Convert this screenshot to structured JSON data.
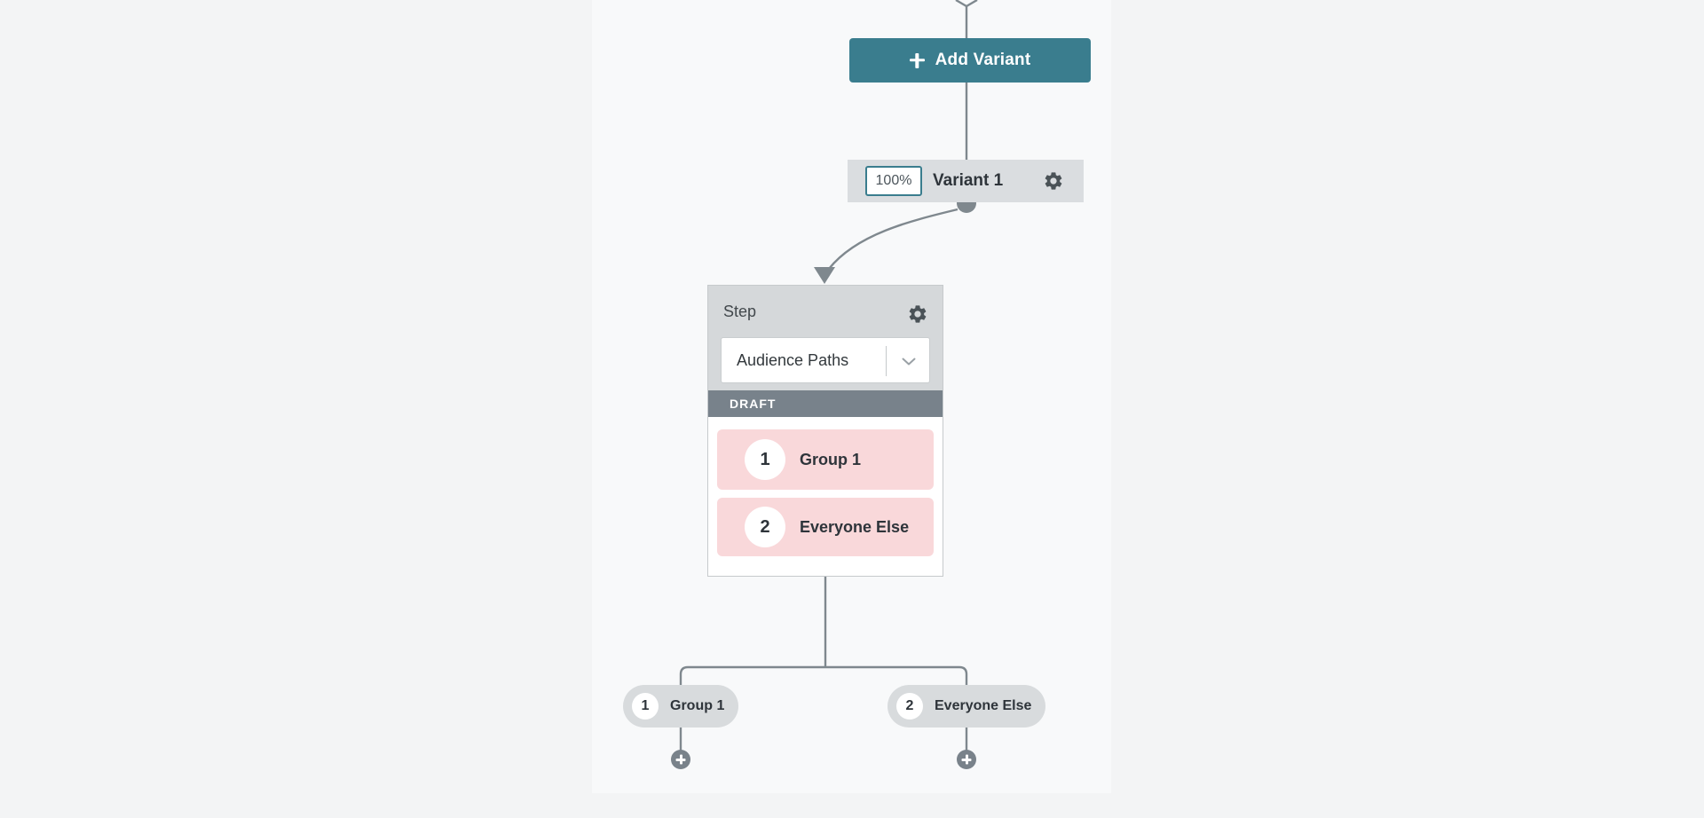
{
  "theme": {
    "outer-bg": "#f3f4f5",
    "canvas-bg": "#f8f9fa",
    "teal": "#3a7d8e",
    "node-gray": "#dadde0",
    "header-gray": "#d5d8da",
    "slate": "#78828b",
    "pink": "#f9d8da",
    "line": "#7f888e",
    "pill-gray": "#d8dbdd",
    "text-dark": "#2e343a",
    "icon-dark": "#4a5257"
  },
  "canvas": {
    "add_variant": {
      "label": "Add Variant",
      "icon": "plus-icon"
    },
    "variant_node": {
      "percent": "100%",
      "label": "Variant 1",
      "settings_icon": "gear-icon"
    },
    "step_card": {
      "title": "Step",
      "settings_icon": "gear-icon",
      "dropdown_selected": "Audience Paths",
      "dropdown_icon": "chevron-down-icon",
      "status": "DRAFT",
      "paths": [
        {
          "number": "1",
          "label": "Group 1"
        },
        {
          "number": "2",
          "label": "Everyone Else"
        }
      ]
    },
    "branches": [
      {
        "number": "1",
        "label": "Group 1"
      },
      {
        "number": "2",
        "label": "Everyone Else"
      }
    ],
    "add_step_icon": "plus-circle-icon"
  }
}
